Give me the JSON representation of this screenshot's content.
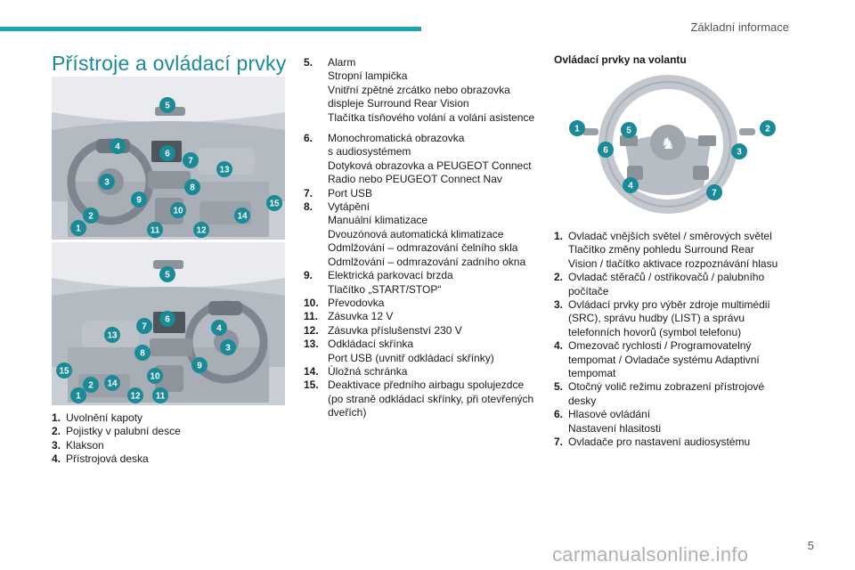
{
  "header": {
    "section": "Základní informace",
    "accent_color": "#1aa3b0"
  },
  "page": {
    "title": "Přístroje a ovládací prvky",
    "number": "5"
  },
  "figure_badges": [
    "1",
    "2",
    "3",
    "4",
    "5",
    "6",
    "7",
    "8",
    "9",
    "10",
    "11",
    "12",
    "13",
    "14",
    "15"
  ],
  "wheel_badges": [
    "1",
    "2",
    "3",
    "4",
    "5",
    "6",
    "7"
  ],
  "left_list": [
    {
      "num": "1.",
      "lines": [
        "Uvolnění kapoty"
      ]
    },
    {
      "num": "2.",
      "lines": [
        "Pojistky v palubní desce"
      ]
    },
    {
      "num": "3.",
      "lines": [
        "Klakson"
      ]
    },
    {
      "num": "4.",
      "lines": [
        "Přístrojová deska"
      ]
    }
  ],
  "middle_list": [
    {
      "num": "5.",
      "lines": [
        "Alarm",
        "Stropní lampička",
        "Vnitřní zpětné zrcátko nebo obrazovka",
        "displeje Surround Rear Vision",
        "Tlačítka tísňového volání a volání asistence"
      ],
      "gap_after": true
    },
    {
      "num": "6.",
      "lines": [
        "Monochromatická obrazovka",
        "s audiosystémem",
        "Dotyková obrazovka a PEUGEOT Connect",
        "Radio nebo PEUGEOT Connect Nav"
      ]
    },
    {
      "num": "7.",
      "lines": [
        "Port USB"
      ]
    },
    {
      "num": "8.",
      "lines": [
        "Vytápění",
        "Manuální klimatizace",
        "Dvouzónová automatická klimatizace",
        "Odmlžování – odmrazování čelního skla",
        "Odmlžování – odmrazování zadního okna"
      ]
    },
    {
      "num": "9.",
      "lines": [
        "Elektrická parkovací brzda",
        "Tlačítko „START/STOP“"
      ]
    },
    {
      "num": "10.",
      "lines": [
        "Převodovka"
      ]
    },
    {
      "num": "11.",
      "lines": [
        "Zásuvka 12 V"
      ]
    },
    {
      "num": "12.",
      "lines": [
        "Zásuvka příslušenství 230 V"
      ]
    },
    {
      "num": "13.",
      "lines": [
        "Odkládací skřínka",
        "Port USB (uvnitř odkládací skřínky)"
      ]
    },
    {
      "num": "14.",
      "lines": [
        "Úložná schránka"
      ]
    },
    {
      "num": "15.",
      "lines": [
        "Deaktivace předního airbagu spolujezdce",
        "(po straně odkládací skřínky, při otevřených",
        "dveřích)"
      ]
    }
  ],
  "wheel_section": {
    "heading": "Ovládací prvky na volantu"
  },
  "right_list": [
    {
      "num": "1.",
      "lines": [
        "Ovladač vnějších světel / směrových světel",
        "Tlačítko změny pohledu Surround Rear",
        "Vision / tlačítko aktivace rozpoznávání hlasu"
      ]
    },
    {
      "num": "2.",
      "lines": [
        "Ovladač stěračů / ostřikovačů / palubního",
        "počítače"
      ]
    },
    {
      "num": "3.",
      "lines": [
        "Ovládací prvky pro výběr zdroje multimédií",
        "(SRC), správu hudby (LIST) a správu",
        "telefonních hovorů (symbol telefonu)"
      ]
    },
    {
      "num": "4.",
      "lines": [
        "Omezovač rychlosti / Programovatelný",
        "tempomat / Ovladače systému Adaptivní",
        "tempomat"
      ]
    },
    {
      "num": "5.",
      "lines": [
        "Otočný volič režimu zobrazení přístrojové",
        "desky"
      ]
    },
    {
      "num": "6.",
      "lines": [
        "Hlasové ovládání",
        "Nastavení hlasitosti"
      ]
    },
    {
      "num": "7.",
      "lines": [
        "Ovladače pro nastavení audiosystému"
      ]
    }
  ],
  "watermark": "carmanualsonline.info"
}
